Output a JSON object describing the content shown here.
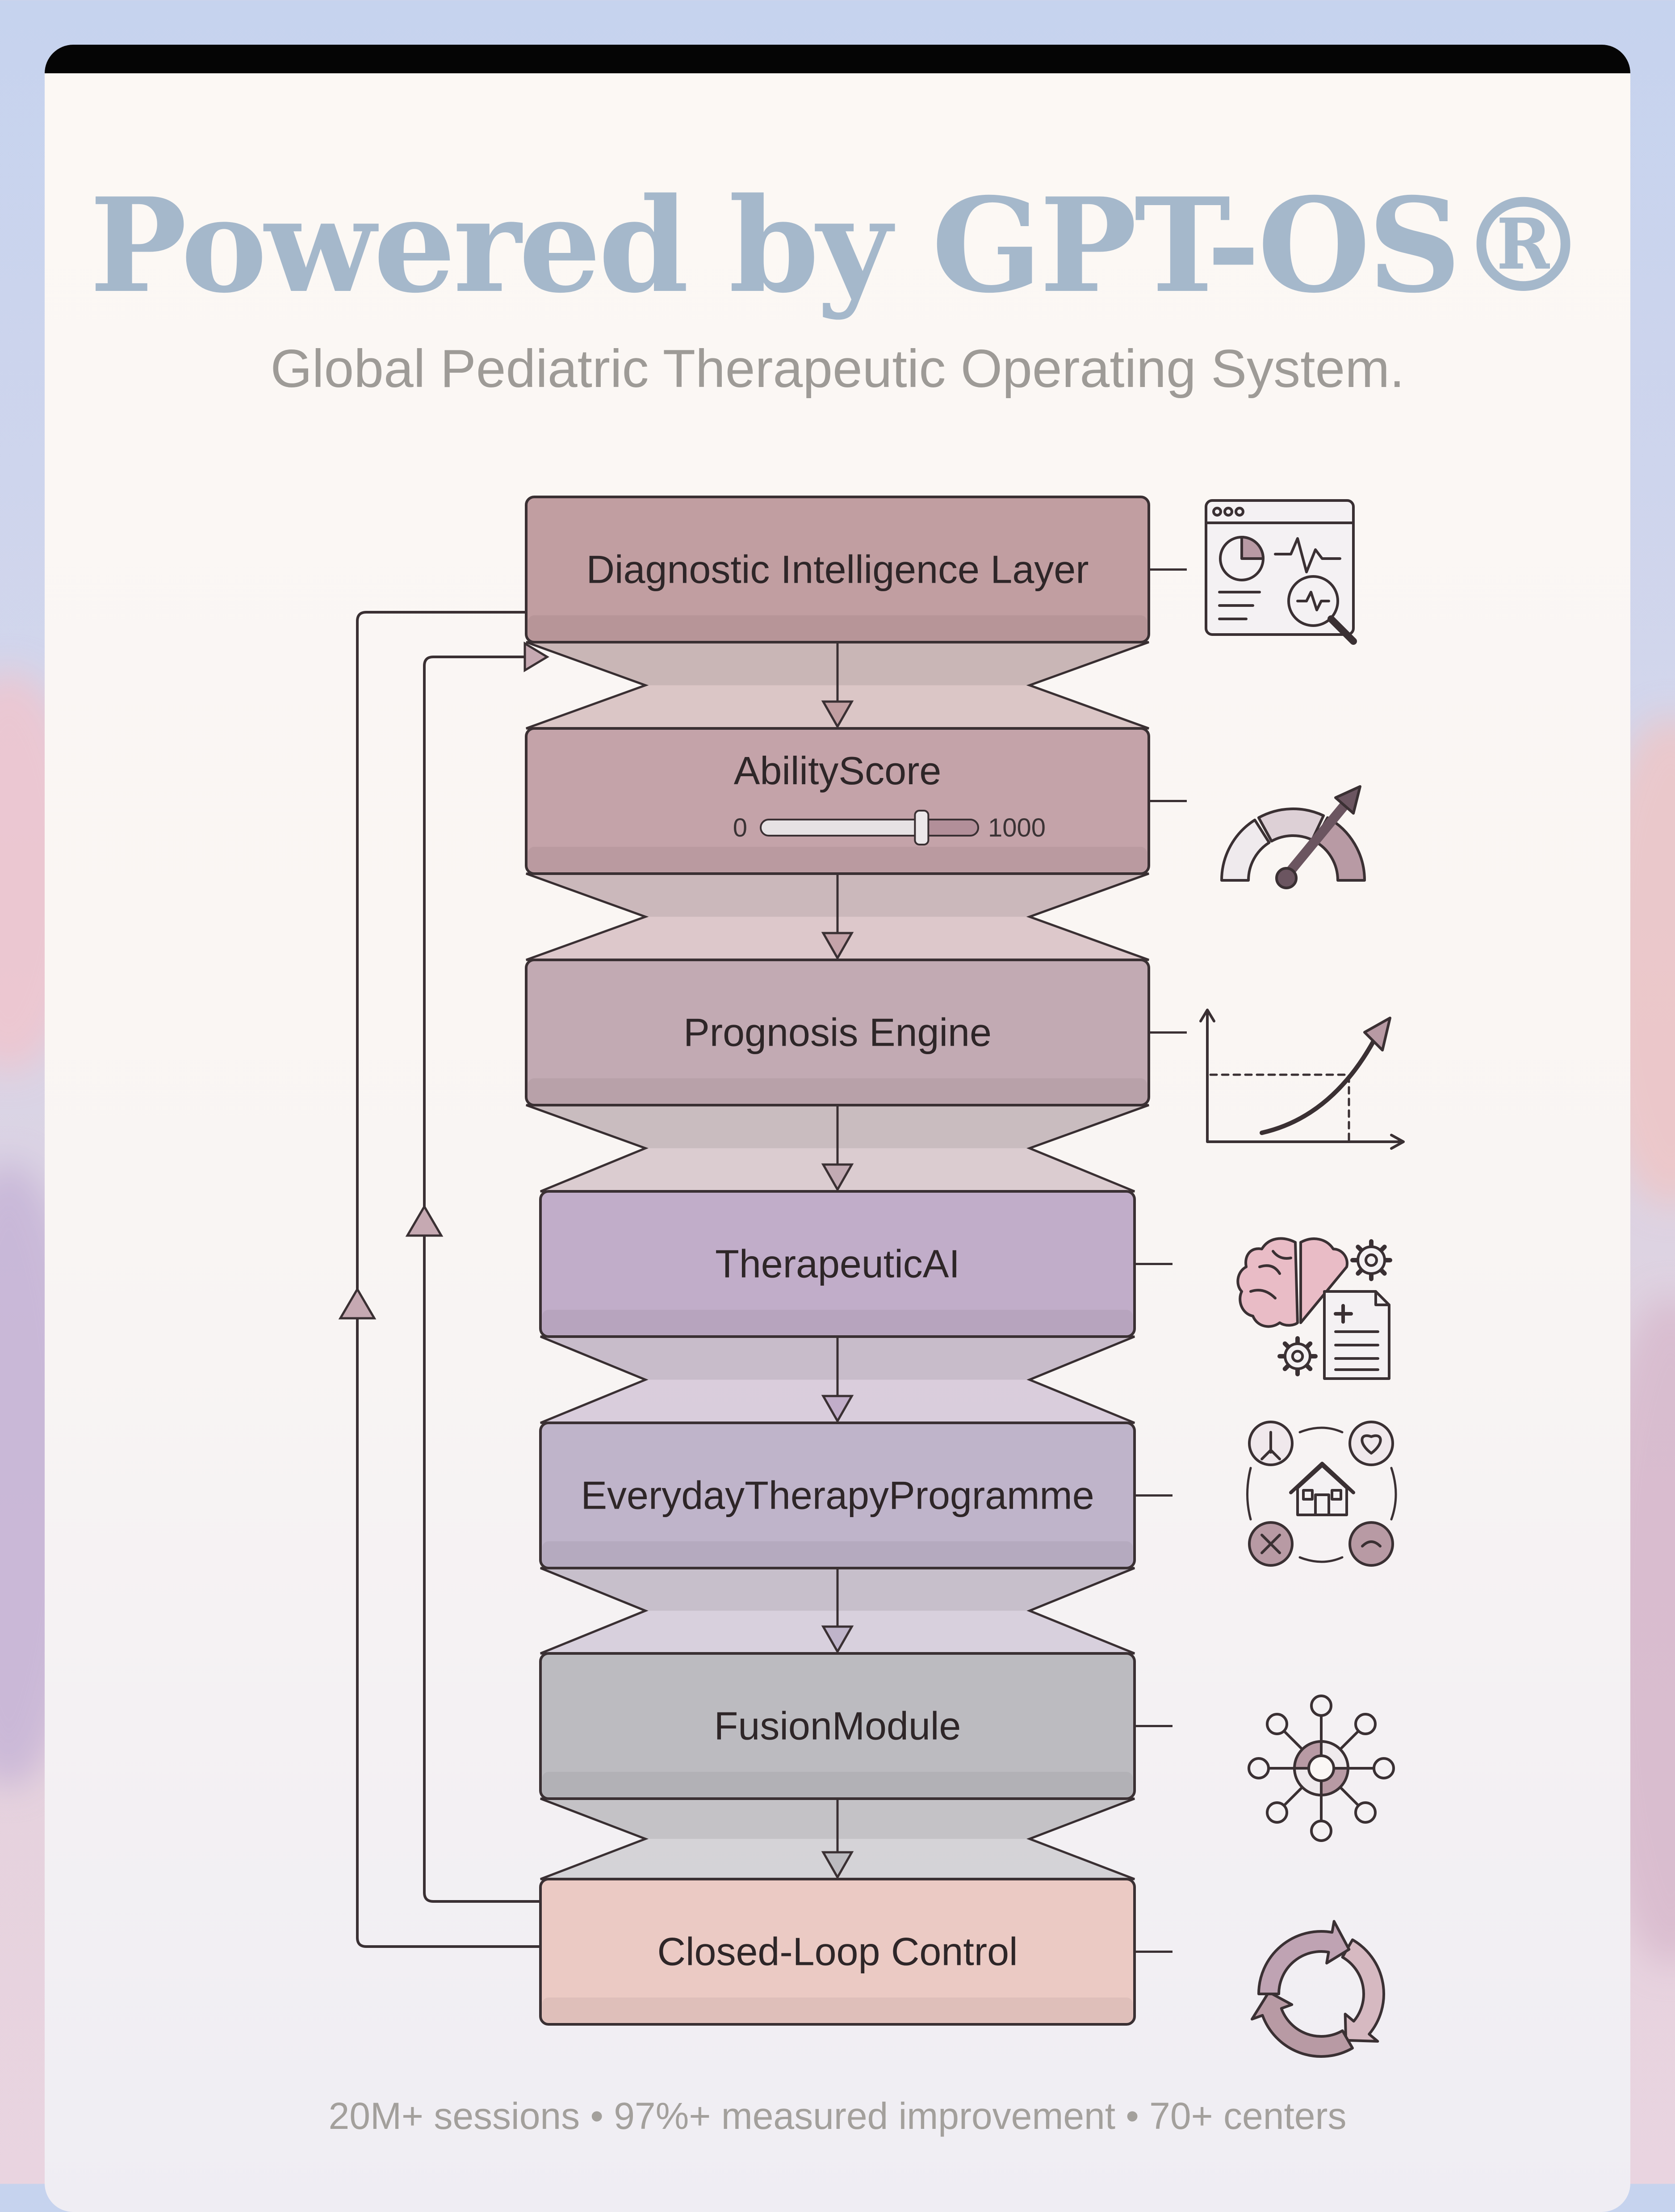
{
  "header": {
    "title": "Powered by GPT-OS®",
    "subtitle": "Global Pediatric Therapeutic Operating System."
  },
  "layers": [
    {
      "id": "diagnostic",
      "label": "Diagnostic Intelligence Layer",
      "color": "#c19ea1",
      "icon": "diagnostic-dashboard-icon"
    },
    {
      "id": "abilityscore",
      "label": "AbilityScore",
      "color": "#c4a3a9",
      "icon": "gauge-meter-icon",
      "slider": {
        "min_label": "0",
        "max_label": "1000",
        "value_fraction": 0.74
      }
    },
    {
      "id": "prognosis",
      "label": "Prognosis Engine",
      "color": "#c2aab3",
      "icon": "growth-chart-icon"
    },
    {
      "id": "therapeutic",
      "label": "TherapeuticAI",
      "color": "#c1adc9",
      "icon": "brain-document-icon"
    },
    {
      "id": "everyday",
      "label": "EverydayTherapyProgramme",
      "color": "#bfb4ca",
      "icon": "home-care-cycle-icon"
    },
    {
      "id": "fusion",
      "label": "FusionModule",
      "color": "#bcbbc0",
      "icon": "network-hub-icon"
    },
    {
      "id": "closedloop",
      "label": "Closed-Loop Control",
      "color": "#ebcac4",
      "icon": "refresh-cycle-icon"
    }
  ],
  "colors": {
    "stroke": "#3a3033",
    "icon_fill": "#b89aa4",
    "title": "#a5b8cb"
  },
  "footer": {
    "stats": "20M+ sessions • 97%+ measured improvement • 70+ centers"
  }
}
